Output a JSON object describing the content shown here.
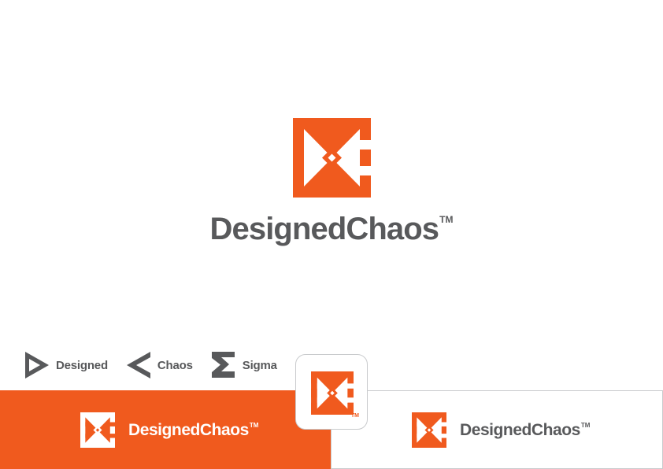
{
  "brand": {
    "name": "DesignedChaos",
    "trademark": "TM",
    "orange": "#f05a1e",
    "gray": "#58595b",
    "border_gray": "#c9cbcd",
    "white": "#ffffff"
  },
  "hero": {
    "mark_name": "designedchaos-monogram",
    "wordmark": "DesignedChaos",
    "trademark": "TM"
  },
  "concepts": [
    {
      "glyph": "triangle-outline-icon",
      "label": "Designed"
    },
    {
      "glyph": "chevron-left-outline-icon",
      "label": "Chaos"
    },
    {
      "glyph": "sigma-outline-icon",
      "label": "Sigma"
    }
  ],
  "band": {
    "orange_panel": {
      "wordmark": "DesignedChaos",
      "trademark": "TM"
    },
    "white_panel": {
      "wordmark": "DesignedChaos",
      "trademark": "TM"
    }
  },
  "icon_card": {
    "mark_name": "designedchaos-monogram",
    "trademark": "TM"
  }
}
